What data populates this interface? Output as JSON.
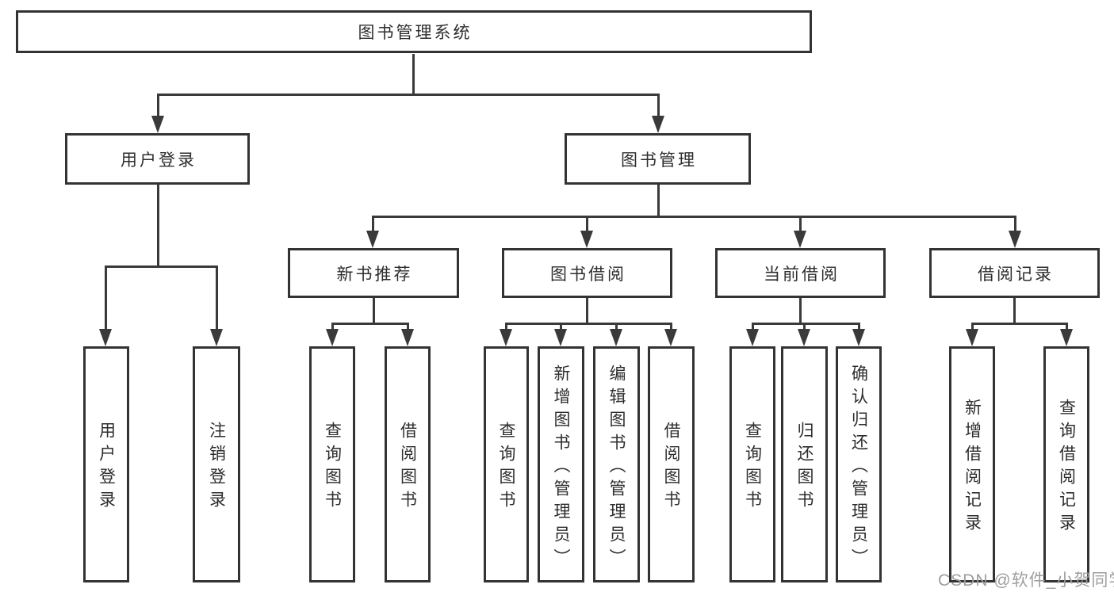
{
  "title": "图书管理系统",
  "nodes": {
    "root": "图书管理系统",
    "user_login": "用户登录",
    "book_mgmt": "图书管理",
    "new_book_rec": "新书推荐",
    "book_borrow": "图书借阅",
    "current_borrow": "当前借阅",
    "borrow_records": "借阅记录",
    "leaf_user_login": "用户登录",
    "leaf_logout": "注销登录",
    "leaf_query_book_a": "查询图书",
    "leaf_borrow_book_a": "借阅图书",
    "leaf_query_book_b": "查询图书",
    "leaf_add_book": "新增图书（管理员）",
    "leaf_edit_book": "编辑图书（管理员）",
    "leaf_borrow_book_b": "借阅图书",
    "leaf_query_book_c": "查询图书",
    "leaf_return_book": "归还图书",
    "leaf_confirm_return": "确认归还（管理员）",
    "leaf_add_record": "新增借阅记录",
    "leaf_query_record": "查询借阅记录"
  },
  "hierarchy": {
    "图书管理系统": {
      "用户登录": [
        "用户登录",
        "注销登录"
      ],
      "图书管理": {
        "新书推荐": [
          "查询图书",
          "借阅图书"
        ],
        "图书借阅": [
          "查询图书",
          "新增图书（管理员）",
          "编辑图书（管理员）",
          "借阅图书"
        ],
        "当前借阅": [
          "查询图书",
          "归还图书",
          "确认归还（管理员）"
        ],
        "借阅记录": [
          "新增借阅记录",
          "查询借阅记录"
        ]
      }
    }
  },
  "watermark": "CSDN @软件_小贺同学",
  "colors": {
    "line": "#3a3a3a",
    "border": "#333333",
    "text": "#2d2d2d",
    "watermark": "#9e9e9e",
    "background": "#ffffff"
  }
}
